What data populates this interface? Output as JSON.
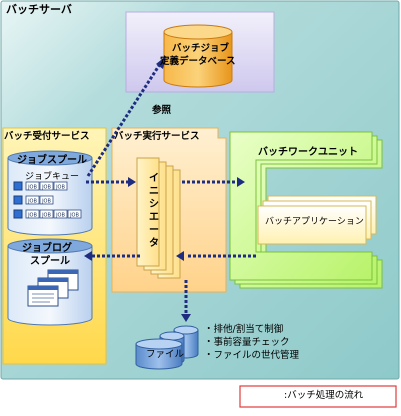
{
  "server": {
    "title": "バッチサーバ"
  },
  "database": {
    "line1": "バッチジョブ",
    "line2": "定義データベース"
  },
  "reference_label": "参照",
  "accept_service": {
    "title": "バッチ受付サービス",
    "job_spool": {
      "title": "ジョブスプール",
      "queue_label": "ジョブキュー",
      "job_label": "JOB"
    },
    "log_spool": {
      "line1": "ジョブログ",
      "line2": "スプール"
    }
  },
  "exec_service": {
    "title": "バッチ実行サービス",
    "initiator": "イニシエータ"
  },
  "work_unit": {
    "title": "バッチワークユニット",
    "application": "バッチアプリケーション"
  },
  "file": {
    "label": "ファイル",
    "notes": [
      "・排他/割当て制御",
      "・事前容量チェック",
      "・ファイルの世代管理"
    ]
  },
  "legend": {
    "label": ":バッチ処理の流れ"
  },
  "colors": {
    "server_bg": "#a9d6d6",
    "database": "#f5a623",
    "database_panel": "#ddd8f2",
    "accept_bg": "#ffe676",
    "exec_bg": "#ffdea3",
    "work_unit": "#d1ff8f",
    "cylinder": "#6f9fd8",
    "flow_arrow": "#1f2d80",
    "legend_border": "#e33b3b"
  }
}
